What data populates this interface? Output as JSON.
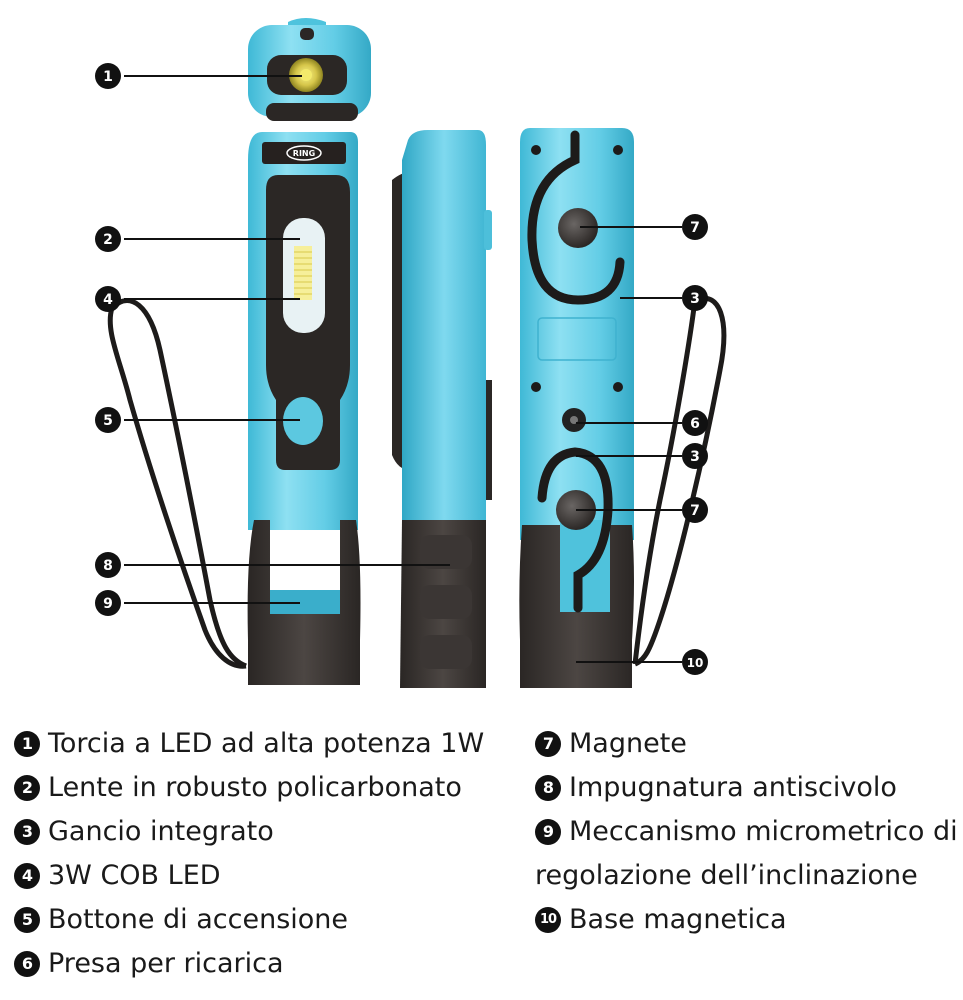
{
  "brand": "RING",
  "markers": [
    {
      "id": "m1",
      "num": "1"
    },
    {
      "id": "m2",
      "num": "2"
    },
    {
      "id": "m4",
      "num": "4"
    },
    {
      "id": "m5",
      "num": "5"
    },
    {
      "id": "m8",
      "num": "8"
    },
    {
      "id": "m9",
      "num": "9"
    },
    {
      "id": "m7a",
      "num": "7"
    },
    {
      "id": "m3a",
      "num": "3"
    },
    {
      "id": "m6",
      "num": "6"
    },
    {
      "id": "m3b",
      "num": "3"
    },
    {
      "id": "m7b",
      "num": "7"
    },
    {
      "id": "m10",
      "num": "10"
    }
  ],
  "legend": {
    "left": [
      {
        "num": "1",
        "text": "Torcia a LED ad alta potenza 1W"
      },
      {
        "num": "2",
        "text": "Lente in robusto policarbonato"
      },
      {
        "num": "3",
        "text": "Gancio integrato"
      },
      {
        "num": "4",
        "text": "3W COB LED"
      },
      {
        "num": "5",
        "text": "Bottone di accensione"
      },
      {
        "num": "6",
        "text": "Presa per ricarica"
      }
    ],
    "right": [
      {
        "num": "7",
        "text": "Magnete"
      },
      {
        "num": "8",
        "text": "Impugnatura antiscivolo"
      },
      {
        "num": "9",
        "text": "Meccanismo micrometrico di"
      },
      {
        "num": "10",
        "text": "Base magnetica"
      }
    ],
    "right_continuation": "regolazione dell’inclinazione"
  }
}
